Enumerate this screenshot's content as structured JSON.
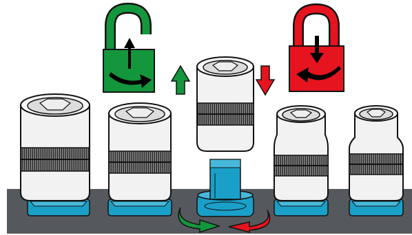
{
  "colors": {
    "unlock": "#14963c",
    "lock": "#e5141e",
    "base": "#1aa0c8",
    "rail": "#55585c",
    "socket": "#f2f2f2",
    "outline": "#111111"
  },
  "panel": {
    "unlock_icon": "padlock-open-icon",
    "lock_icon": "padlock-closed-icon",
    "raise_icon": "arrow-up-icon",
    "lower_icon": "arrow-down-icon",
    "rotate_cw_icon": "rotate-clockwise-icon",
    "rotate_ccw_icon": "rotate-counterclockwise-icon"
  },
  "sockets": [
    {
      "id": "large",
      "state": "seated"
    },
    {
      "id": "medium-large",
      "state": "seated"
    },
    {
      "id": "lifted",
      "state": "released"
    },
    {
      "id": "medium",
      "state": "seated"
    },
    {
      "id": "small",
      "state": "seated"
    }
  ]
}
